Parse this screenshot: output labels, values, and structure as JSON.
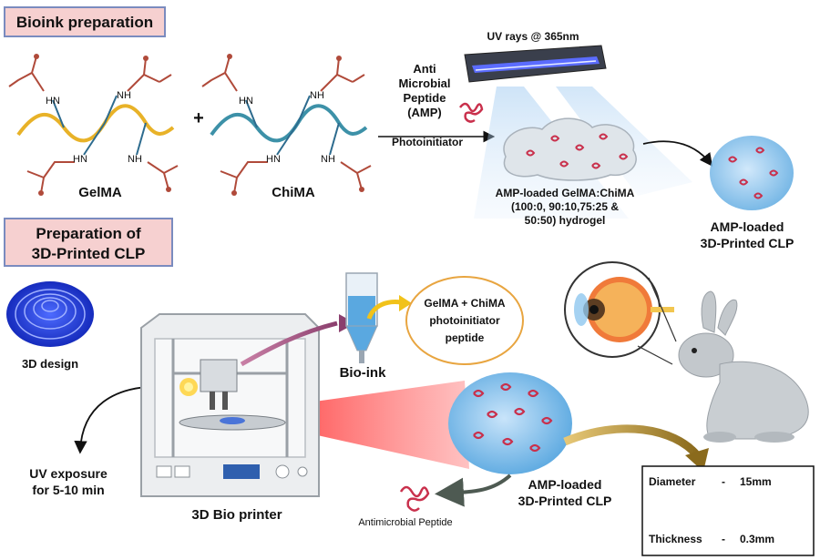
{
  "sections": {
    "bioink_prep": "Bioink preparation",
    "printed_prep_line1": "Preparation of",
    "printed_prep_line2": "3D-Printed CLP"
  },
  "molecules": {
    "gelma": "GelMA",
    "chima": "ChiMA",
    "plus": "+",
    "nh": "NH",
    "hn": "HN"
  },
  "reagents": {
    "amp_line1": "Anti",
    "amp_line2": "Microbial",
    "amp_line3": "Peptide",
    "amp_line4": "(AMP)",
    "photoinitiator": "Photoinitiator"
  },
  "uv": {
    "label": "UV rays @ 365nm"
  },
  "hydrogel": {
    "line1": "AMP-loaded GelMA:ChiMA",
    "line2": "(100:0, 90:10,75:25 &",
    "line3": "50:50) hydrogel"
  },
  "clp_top": {
    "line1": "AMP-loaded",
    "line2": "3D-Printed CLP"
  },
  "design": {
    "label": "3D design"
  },
  "uv_exposure": {
    "line1": "UV exposure",
    "line2": "for 5-10 min"
  },
  "printer": {
    "label": "3D Bio printer"
  },
  "bioink": {
    "label": "Bio-ink",
    "composition_line1": "GelMA + ChiMA",
    "composition_line2": "photoinitiator",
    "composition_line3": "peptide"
  },
  "clp_bottom": {
    "line1": "AMP-loaded",
    "line2": "3D-Printed CLP"
  },
  "peptide": {
    "label": "Antimicrobial Peptide"
  },
  "specs": {
    "diameter_label": "Diameter",
    "diameter_value": "15mm",
    "thickness_label": "Thickness",
    "thickness_value": "0.3mm",
    "separator": "-"
  },
  "colors": {
    "section_fill": "#f6d0d0",
    "section_border": "#7a8bbf",
    "gelma_chain": "#e8b228",
    "chima_chain": "#3d91a8",
    "bond": "#b04a3a",
    "peptide": "#c9304c",
    "lens_blue": "#5aa8e0",
    "red_beam": "#e02020",
    "gold_arrow": "#a8801f"
  }
}
